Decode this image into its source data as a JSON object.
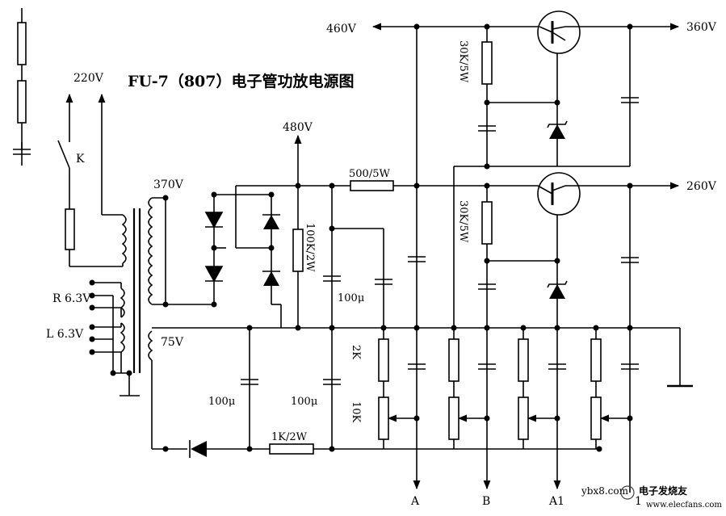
{
  "title": "FU-7（807）电子管功放电源图",
  "labels": {
    "v460": "460V",
    "v360": "360V",
    "v260": "260V",
    "v220": "220V",
    "v480": "480V",
    "v370": "370V",
    "v75": "75V",
    "r63": "R 6.3V",
    "l63": "L 6.3V",
    "k": "K",
    "r500": "500/5W",
    "r30k_top": "30K/5W",
    "r30k_mid": "30K/5W",
    "r100k": "100K/2W",
    "c100u_a": "100μ",
    "c100u_b": "100μ",
    "c100u_c": "100μ",
    "r2k": "2K",
    "r10k": "10K",
    "r1k": "1K/2W",
    "out_a": "A",
    "out_b": "B",
    "out_a1": "A1",
    "out_1": "1"
  },
  "watermark": {
    "site": "ybx8.com",
    "brand": "电子发烧友",
    "url": "www.elecfans.com"
  }
}
